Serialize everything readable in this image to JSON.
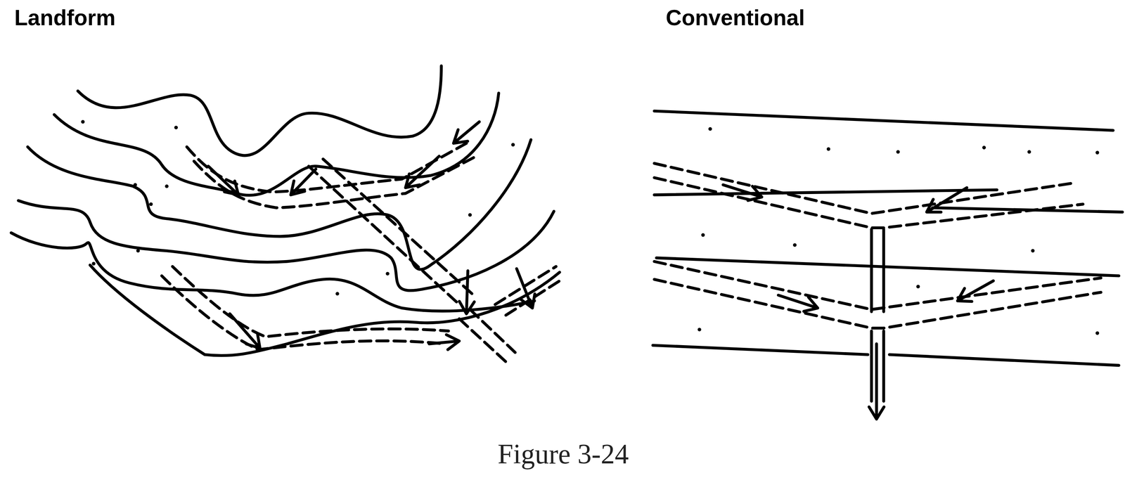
{
  "diagram": {
    "caption": "Figure 3-24",
    "labels": [
      "Landform",
      "Conventional"
    ]
  }
}
